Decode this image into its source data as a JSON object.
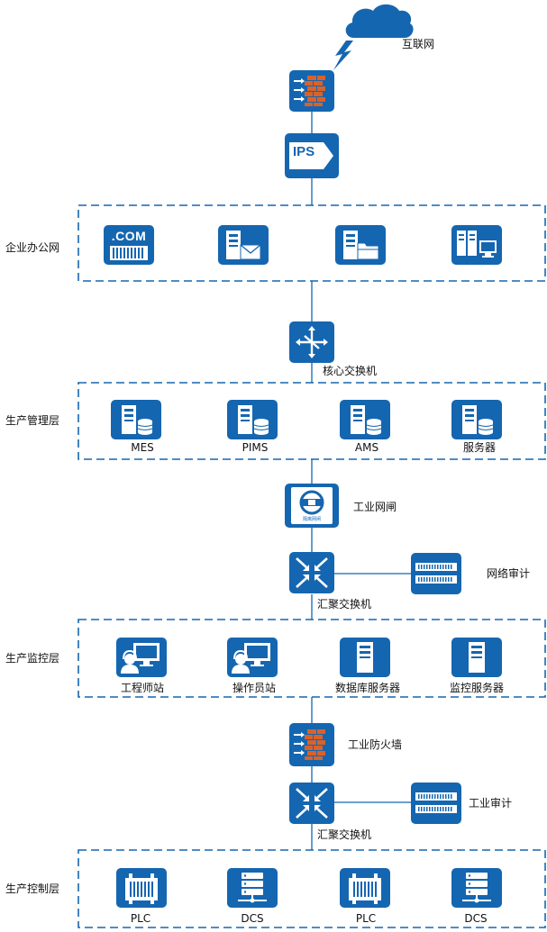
{
  "internet": {
    "label": "互联网",
    "icon": "cloud-icon"
  },
  "ips": {
    "text": "IPS"
  },
  "office_network": {
    "label": "企业办公网",
    "com_text": ".COM"
  },
  "core_switch": {
    "label": "核心交换机"
  },
  "production_management": {
    "label": "生产管理层",
    "items": [
      "MES",
      "PIMS",
      "AMS",
      "服务器"
    ]
  },
  "industrial_gateway": {
    "label": "工业网闸",
    "caption": "隔离网闸"
  },
  "aggregation_switch_1": {
    "label": "汇聚交换机"
  },
  "network_audit": {
    "label": "网络审计"
  },
  "production_monitoring": {
    "label": "生产监控层",
    "items": [
      "工程师站",
      "操作员站",
      "数据库服务器",
      "监控服务器"
    ]
  },
  "industrial_firewall": {
    "label": "工业防火墙"
  },
  "aggregation_switch_2": {
    "label": "汇聚交换机"
  },
  "industrial_audit": {
    "label": "工业审计"
  },
  "production_control": {
    "label": "生产控制层",
    "items": [
      "PLC",
      "DCS",
      "PLC",
      "DCS"
    ]
  },
  "colors": {
    "icon_blue": "#1566b0",
    "line": "#1566b0",
    "dash": "#1566b0"
  }
}
